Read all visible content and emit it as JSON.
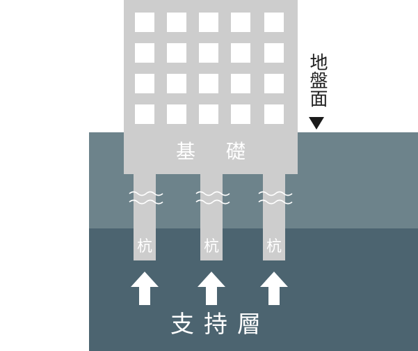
{
  "ground_surface": {
    "label": "地盤面",
    "marker_icon": "triangle-down-icon"
  },
  "foundation": {
    "label": "基礎"
  },
  "piles": [
    {
      "label": "杭"
    },
    {
      "label": "杭"
    },
    {
      "label": "杭"
    }
  ],
  "bearing_layer": {
    "label": "支持層",
    "arrow_icon": "arrow-up-icon"
  },
  "colors": {
    "building": "#cdcdcd",
    "soil_upper": "#6d838b",
    "soil_lower": "#4c6470",
    "label_dark": "#222222",
    "label_light": "#ffffff"
  }
}
